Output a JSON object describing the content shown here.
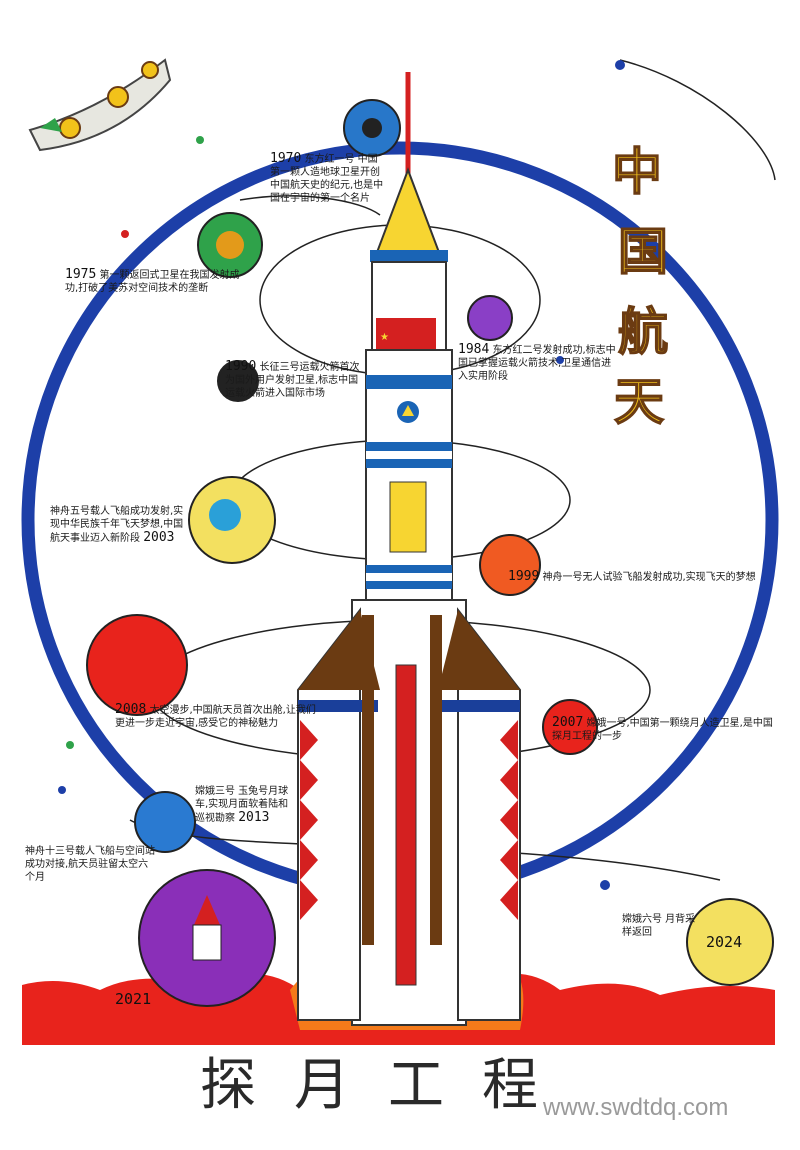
{
  "title": {
    "chars": [
      "中",
      "国",
      "航",
      "天"
    ]
  },
  "bottom_title": "探月工程",
  "watermark": "www.swdtdq.com",
  "milestones": [
    {
      "year": "1970",
      "text": "东方红一号 中国第一颗人造地球卫星开创中国航天史的纪元,也是中国在宇宙的第一个名片"
    },
    {
      "year": "1975",
      "text": "第一颗返回式卫星在我国发射成功,打破了美苏对空间技术的垄断"
    },
    {
      "year": "1984",
      "text": "东方红二号发射成功,标志中国已掌握运载火箭技术,卫星通信进入实用阶段"
    },
    {
      "year": "1990",
      "text": "长征三号运载火箭首次为国外用户发射卫星,标志中国运载火箭进入国际市场"
    },
    {
      "year": "1999",
      "text": "神舟一号无人试验飞船发射成功,实现飞天的梦想"
    },
    {
      "year": "2003",
      "text": "神舟五号载人飞船成功发射,实现中华民族千年飞天梦想,中国航天事业迈入新阶段"
    },
    {
      "year": "2007",
      "text": "嫦娥一号,中国第一颗绕月人造卫星,是中国探月工程的一步"
    },
    {
      "year": "2008",
      "text": "太空漫步,中国航天员首次出舱,让我们更进一步走近宇宙,感受它的神秘魅力"
    },
    {
      "year": "2013",
      "text": "嫦娥三号 玉兔号月球车,实现月面软着陆和巡视勘察"
    },
    {
      "year": "2021",
      "text": "神舟十三号载人飞船与空间站成功对接,航天员驻留太空六个月"
    },
    {
      "year": "2024",
      "text": "嫦娥六号 月背采样返回"
    }
  ],
  "colors": {
    "orbit": "#1d3fa8",
    "flame_red": "#e8231c",
    "flame_yellow": "#f7d531",
    "rocket_red": "#d42020",
    "rocket_brown": "#6b3b12",
    "title_yellow": "#f2c21a"
  }
}
